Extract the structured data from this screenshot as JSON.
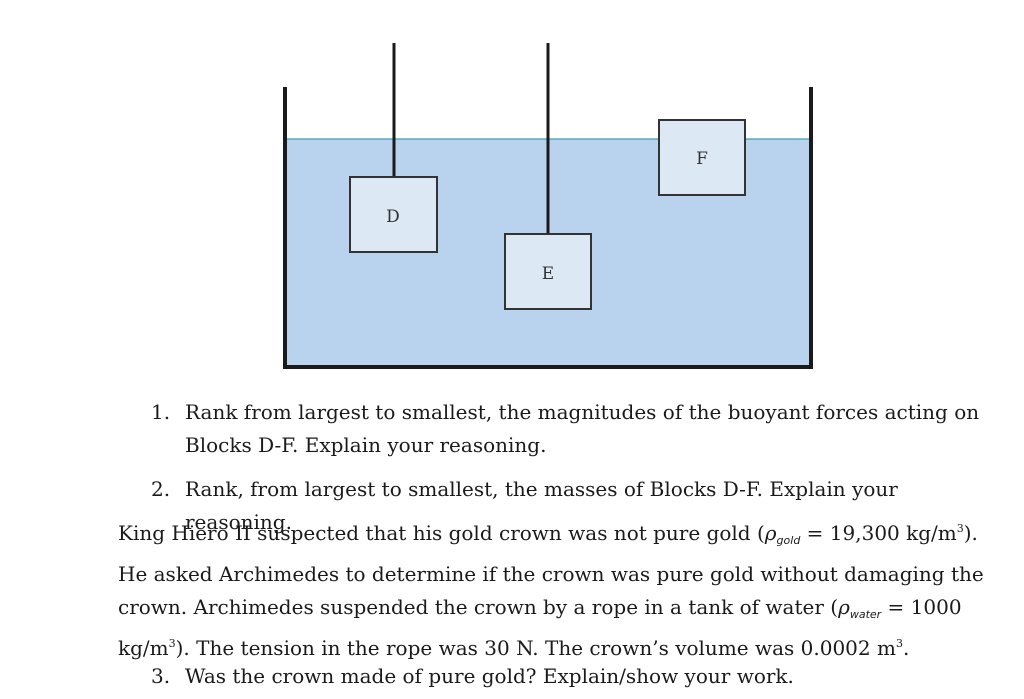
{
  "diagram": {
    "blocks": [
      {
        "label": "D"
      },
      {
        "label": "E"
      },
      {
        "label": "F"
      }
    ],
    "colors": {
      "water": "#b9d3ef",
      "waterline": "#3d9fb3",
      "block_fill": "#dde8f5",
      "tank": "#1a1a1a"
    }
  },
  "questions": [
    {
      "num": "1.",
      "line1": "Rank from largest to smallest, the magnitudes of the buoyant forces acting on",
      "line2": "Blocks D-F. Explain your reasoning."
    },
    {
      "num": "2.",
      "line1": "Rank, from largest to smallest, the masses of Blocks D-F. Explain your reasoning."
    },
    {
      "num": "3.",
      "line1": "Was the crown made of pure gold? Explain/show your work."
    }
  ],
  "paragraph": {
    "l1_a": "King Hiero II suspected that his gold crown was not pure gold (",
    "rho": "ρ",
    "sub_gold": "gold",
    "l1_b": " = 19,300 kg/m",
    "exp": "3",
    "l1_c": ").",
    "l2": "He asked Archimedes to determine if the crown was pure gold without damaging the",
    "l3_a": "crown. Archimedes suspended the crown by a rope in a tank of water (",
    "sub_water": "water",
    "l3_b": " = 1000",
    "l4_a": "kg/m",
    "l4_b": "). The tension in the rope was 30 N. The crown’s volume was 0.0002 m",
    "l4_c": "."
  }
}
